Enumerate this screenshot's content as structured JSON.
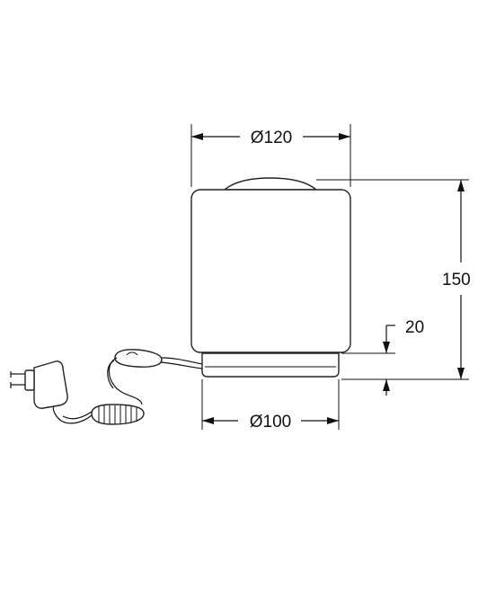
{
  "drawing": {
    "dimensions": {
      "top_width": "Ø120",
      "bottom_width": "Ø100",
      "total_height": "150",
      "base_height": "20"
    }
  }
}
